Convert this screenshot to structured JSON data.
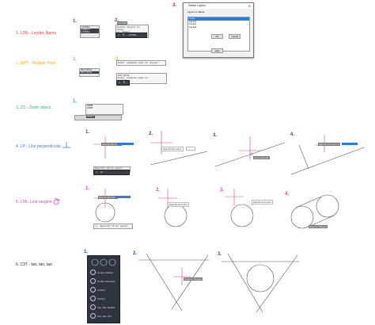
{
  "rows": [
    {
      "title": "1. LDN - Layder. Name",
      "color": "#e0403a"
    },
    {
      "title": "2. MPT - Multiple Point",
      "color": "#f0a820"
    },
    {
      "title": "3. ZO - Zoom object",
      "color": "#30b060"
    },
    {
      "title": "4. LP - Line perpendicular",
      "color": "#3080e0"
    },
    {
      "title": "5. LTA - Line tangent",
      "color": "#d040d0"
    },
    {
      "title": "6. C3T - tan, tan, tan",
      "color": "#222222"
    }
  ],
  "steps": {
    "r1": [
      "1.",
      "2.",
      "3."
    ],
    "r2": [
      "1.",
      "2."
    ],
    "r3": [
      "1."
    ],
    "r4": [
      "1.",
      "2.",
      "3.",
      "4."
    ],
    "r5": [
      "1.",
      "2.",
      "3.",
      "4."
    ],
    "r6": [
      "1.",
      "2.",
      "3."
    ]
  },
  "row1": {
    "panel_items": [
      "LAYDEL",
      "LAYDLV",
      "LAYDEL"
    ],
    "cmd_line1": "LAYDEL",
    "cmd_lines": [
      "Select object on layer",
      "or [Name]:",
      "LAYDEL"
    ],
    "cmd_input": "LAYDEL",
    "dialog": {
      "title": "Delete Layers",
      "label": "Layers to delete",
      "layers": [
        "Layer",
        "Layer1",
        "Layer2",
        "Layer3"
      ],
      "ok": "OK",
      "cancel": "Cancel",
      "help": "Help"
    }
  },
  "row2": {
    "panel_items": [
      "MULTIPLE",
      "MULTIPLE"
    ],
    "cmd_prompt": "Enter command name to repeat:",
    "cmd_value": "point",
    "cmd_lines": [
      "MULTIPLE",
      "Enter command name to",
      "repeat:"
    ]
  },
  "row3": {
    "status": "RIGHT",
    "panel_items": [
      "ZOOM",
      "ZOOM"
    ]
  },
  "row4": {
    "tip_specify": "Specify first point:",
    "tip_specify2": "Specify first point or",
    "tip_perp": "Perpendicular",
    "cmd_text": "LP",
    "cmd_hint": "Specify first point:"
  },
  "row5": {
    "tip_specify": "Specify first point",
    "tip_specify2": "Specify first point",
    "tip_tangent": "Defered Tangent",
    "cmd_text": "Specify first point:"
  },
  "row6": {
    "palette_items": [
      "Center, Radius",
      "Center, Diameter",
      "2-Point",
      "3-Point",
      "Tan, Tan, Radius",
      "Tan, Tan, Tan"
    ],
    "tip_tangent": "Defered Tangent"
  }
}
